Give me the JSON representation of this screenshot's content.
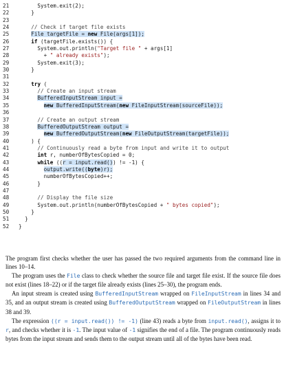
{
  "code_lines": [
    {
      "n": "21",
      "text": "      System.exit(2);",
      "hl": [],
      "kw": [],
      "comment": false
    },
    {
      "n": "22",
      "text": "    }",
      "hl": [],
      "kw": [],
      "comment": false
    },
    {
      "n": "23",
      "text": "",
      "hl": [],
      "kw": [],
      "comment": false
    },
    {
      "n": "24",
      "text": "    // Check if target file exists",
      "hl": [],
      "kw": [],
      "comment": true
    },
    {
      "n": "25",
      "text": "    File targetFile = new File(args[1]);",
      "hl": [
        [
          4,
          40
        ]
      ],
      "kw": [
        "new"
      ],
      "comment": false
    },
    {
      "n": "26",
      "text": "    if (targetFile.exists()) {",
      "hl": [],
      "kw": [
        "if"
      ],
      "comment": false
    },
    {
      "n": "27",
      "text": "      System.out.println(\"Target file \" + args[1]",
      "hl": [],
      "kw": [],
      "comment": false
    },
    {
      "n": "28",
      "text": "        + \" already exists\");",
      "hl": [],
      "kw": [],
      "comment": false
    },
    {
      "n": "29",
      "text": "      System.exit(3);",
      "hl": [],
      "kw": [],
      "comment": false
    },
    {
      "n": "30",
      "text": "    }",
      "hl": [],
      "kw": [],
      "comment": false
    },
    {
      "n": "31",
      "text": "",
      "hl": [],
      "kw": [],
      "comment": false
    },
    {
      "n": "32",
      "text": "    try (",
      "hl": [],
      "kw": [
        "try"
      ],
      "comment": false
    },
    {
      "n": "33",
      "text": "      // Create an input stream",
      "hl": [],
      "kw": [],
      "comment": true
    },
    {
      "n": "34",
      "text": "      BufferedInputStream input =",
      "hl": [
        [
          6,
          33
        ]
      ],
      "kw": [],
      "comment": false
    },
    {
      "n": "35",
      "text": "        new BufferedInputStream(new FileInputStream(sourceFile));",
      "hl": [
        [
          8,
          65
        ]
      ],
      "kw": [
        "new"
      ],
      "comment": false
    },
    {
      "n": "36",
      "text": "",
      "hl": [],
      "kw": [],
      "comment": false
    },
    {
      "n": "37",
      "text": "      // Create an output stream",
      "hl": [],
      "kw": [],
      "comment": true
    },
    {
      "n": "38",
      "text": "      BufferedOutputStream output =",
      "hl": [
        [
          6,
          35
        ]
      ],
      "kw": [],
      "comment": false
    },
    {
      "n": "39",
      "text": "        new BufferedOutputStream(new FileOutputStream(targetFile));",
      "hl": [
        [
          8,
          67
        ]
      ],
      "kw": [
        "new"
      ],
      "comment": false
    },
    {
      "n": "40",
      "text": "    ) {",
      "hl": [],
      "kw": [],
      "comment": false
    },
    {
      "n": "41",
      "text": "      // Continuously read a byte from input and write it to output",
      "hl": [],
      "kw": [],
      "comment": true
    },
    {
      "n": "42",
      "text": "      int r, numberOfBytesCopied = 0;",
      "hl": [],
      "kw": [
        "int"
      ],
      "comment": false
    },
    {
      "n": "43",
      "text": "      while ((r = input.read()) != -1) {",
      "hl": [
        [
          14,
          30
        ]
      ],
      "kw": [
        "while"
      ],
      "comment": false
    },
    {
      "n": "44",
      "text": "        output.write((byte)r);",
      "hl": [
        [
          8,
          30
        ]
      ],
      "kw": [
        "byte"
      ],
      "comment": false
    },
    {
      "n": "45",
      "text": "        numberOfBytesCopied++;",
      "hl": [],
      "kw": [],
      "comment": false
    },
    {
      "n": "46",
      "text": "      }",
      "hl": [],
      "kw": [],
      "comment": false
    },
    {
      "n": "47",
      "text": "",
      "hl": [],
      "kw": [],
      "comment": false
    },
    {
      "n": "48",
      "text": "      // Display the file size",
      "hl": [],
      "kw": [],
      "comment": true
    },
    {
      "n": "49",
      "text": "      System.out.println(numberOfBytesCopied + \" bytes copied\");",
      "hl": [],
      "kw": [],
      "comment": false
    },
    {
      "n": "50",
      "text": "    }",
      "hl": [],
      "kw": [],
      "comment": false
    },
    {
      "n": "51",
      "text": "  }",
      "hl": [],
      "kw": [],
      "comment": false
    },
    {
      "n": "52",
      "text": "}",
      "hl": [],
      "kw": [],
      "comment": false
    }
  ],
  "paragraphs": [
    {
      "indent": false,
      "parts": [
        {
          "t": "The program first checks whether the user has passed the two required arguments from the command line in lines 10–14."
        }
      ]
    },
    {
      "indent": true,
      "parts": [
        {
          "t": "The program uses the "
        },
        {
          "t": "File",
          "code": true
        },
        {
          "t": " class to check whether the source file and target file exist. If the source file does not exist (lines 18–22) or if the target file already exists (lines 25–30), the program ends."
        }
      ]
    },
    {
      "indent": true,
      "parts": [
        {
          "t": "An input stream is created using "
        },
        {
          "t": "BufferedInputStream",
          "code": true
        },
        {
          "t": " wrapped on "
        },
        {
          "t": "FileInputStream",
          "code": true
        },
        {
          "t": " in lines 34 and 35, and an output stream is created using "
        },
        {
          "t": "BufferedOutputStream",
          "code": true
        },
        {
          "t": " wrapped on "
        },
        {
          "t": "FileOutputStream",
          "code": true
        },
        {
          "t": " in lines 38 and 39."
        }
      ]
    },
    {
      "indent": true,
      "parts": [
        {
          "t": "The expression "
        },
        {
          "t": "((r = input.read()) != -1)",
          "code": true
        },
        {
          "t": " (line 43) reads a byte from "
        },
        {
          "t": "input.read()",
          "code": true
        },
        {
          "t": ", assigns it to "
        },
        {
          "t": "r",
          "code": true
        },
        {
          "t": ", and checks whether it is "
        },
        {
          "t": "-1",
          "code": true
        },
        {
          "t": ". The input value of "
        },
        {
          "t": "-1",
          "code": true
        },
        {
          "t": " signifies the end of a file. The program continuously reads bytes from the input stream and sends them to the output stream until all of the bytes have been read."
        }
      ]
    }
  ]
}
